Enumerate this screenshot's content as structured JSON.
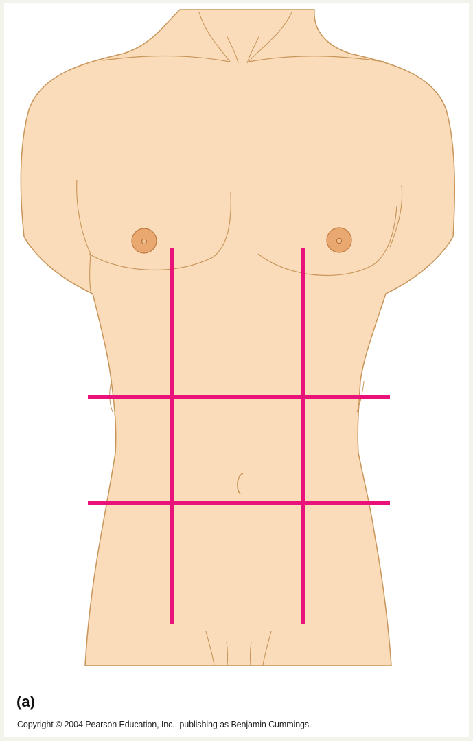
{
  "figure": {
    "panel_label": "(a)",
    "copyright": "Copyright © 2004 Pearson Education, Inc., publishing as Benjamin Cummings."
  },
  "colors": {
    "skin": "#fadcba",
    "outline": "#c8955a",
    "areola": "#e8a870",
    "division_lines": "#e8127a"
  },
  "regions": {
    "vertical_lines": 2,
    "horizontal_lines": 2,
    "total_regions": 9
  }
}
